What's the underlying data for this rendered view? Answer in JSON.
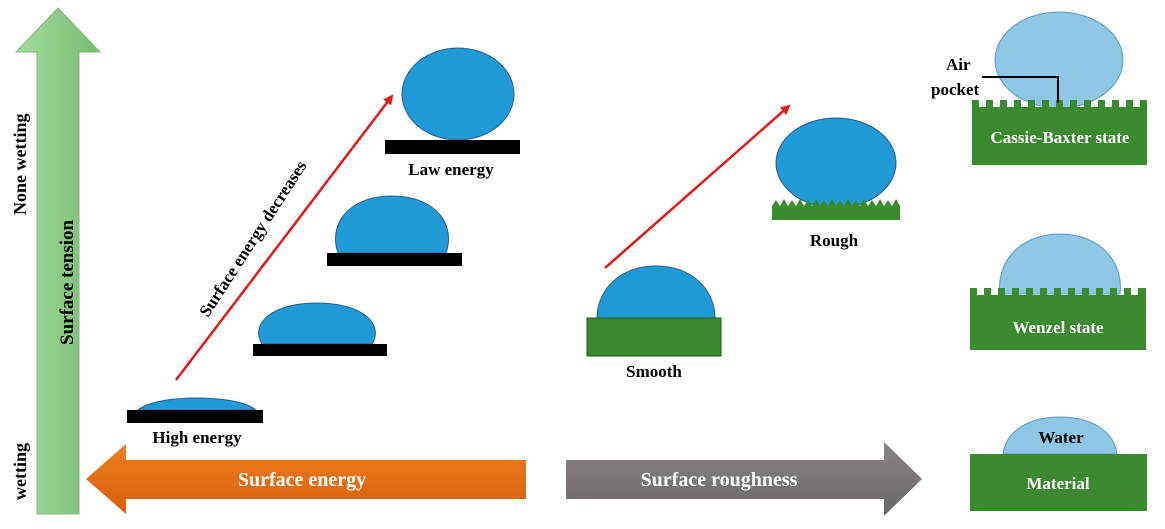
{
  "labels": {
    "none_wetting": "None wetting",
    "wetting": "wetting",
    "surface_tension": "Surface tension",
    "surface_energy": "Surface energy",
    "surface_roughness": "Surface roughness",
    "surface_energy_decreases": "Surface energy decreases",
    "law_energy": "Law energy",
    "high_energy": "High energy",
    "smooth": "Smooth",
    "rough": "Rough",
    "air_pocket_line1": "Air",
    "air_pocket_line2": "pocket",
    "cassie_baxter": "Cassie-Baxter state",
    "wenzel": "Wenzel state",
    "water": "Water",
    "material": "Material"
  },
  "colors": {
    "droplet": "#1f9ad6",
    "droplet_light": "#9ccbe6",
    "green_substrate": "#3a8a2e",
    "green_arrow": "#8fd08a",
    "orange_arrow": "#e36b12",
    "gray_arrow": "#7a7574",
    "red_arrow": "#e21a1a",
    "black_plate": "#000000"
  }
}
